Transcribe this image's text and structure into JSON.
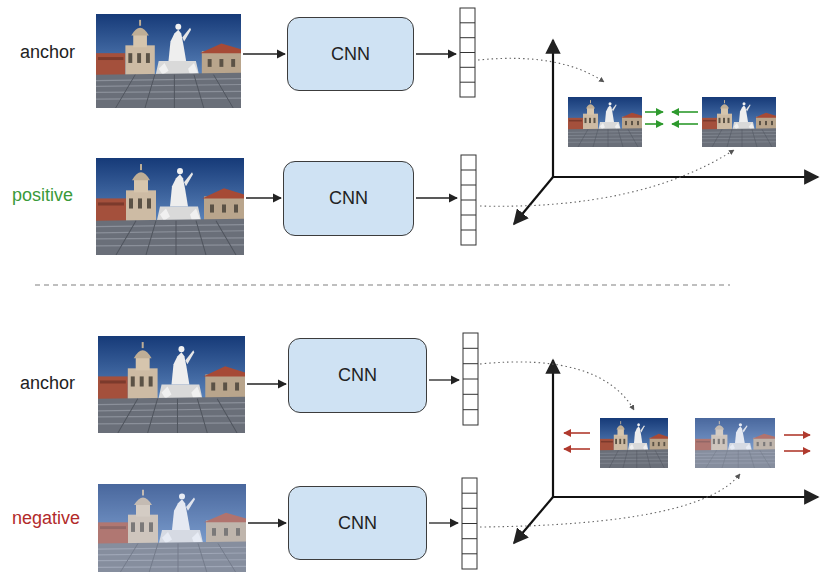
{
  "diagram": {
    "nodes": [
      {
        "text": [
          "CNN"
        ]
      },
      {
        "text": [
          "CNN"
        ]
      },
      {
        "text": [
          "CNN"
        ]
      },
      {
        "text": [
          "CNN"
        ]
      }
    ],
    "labels": [
      "anchor",
      "positive",
      "anchor",
      "negative"
    ]
  }
}
